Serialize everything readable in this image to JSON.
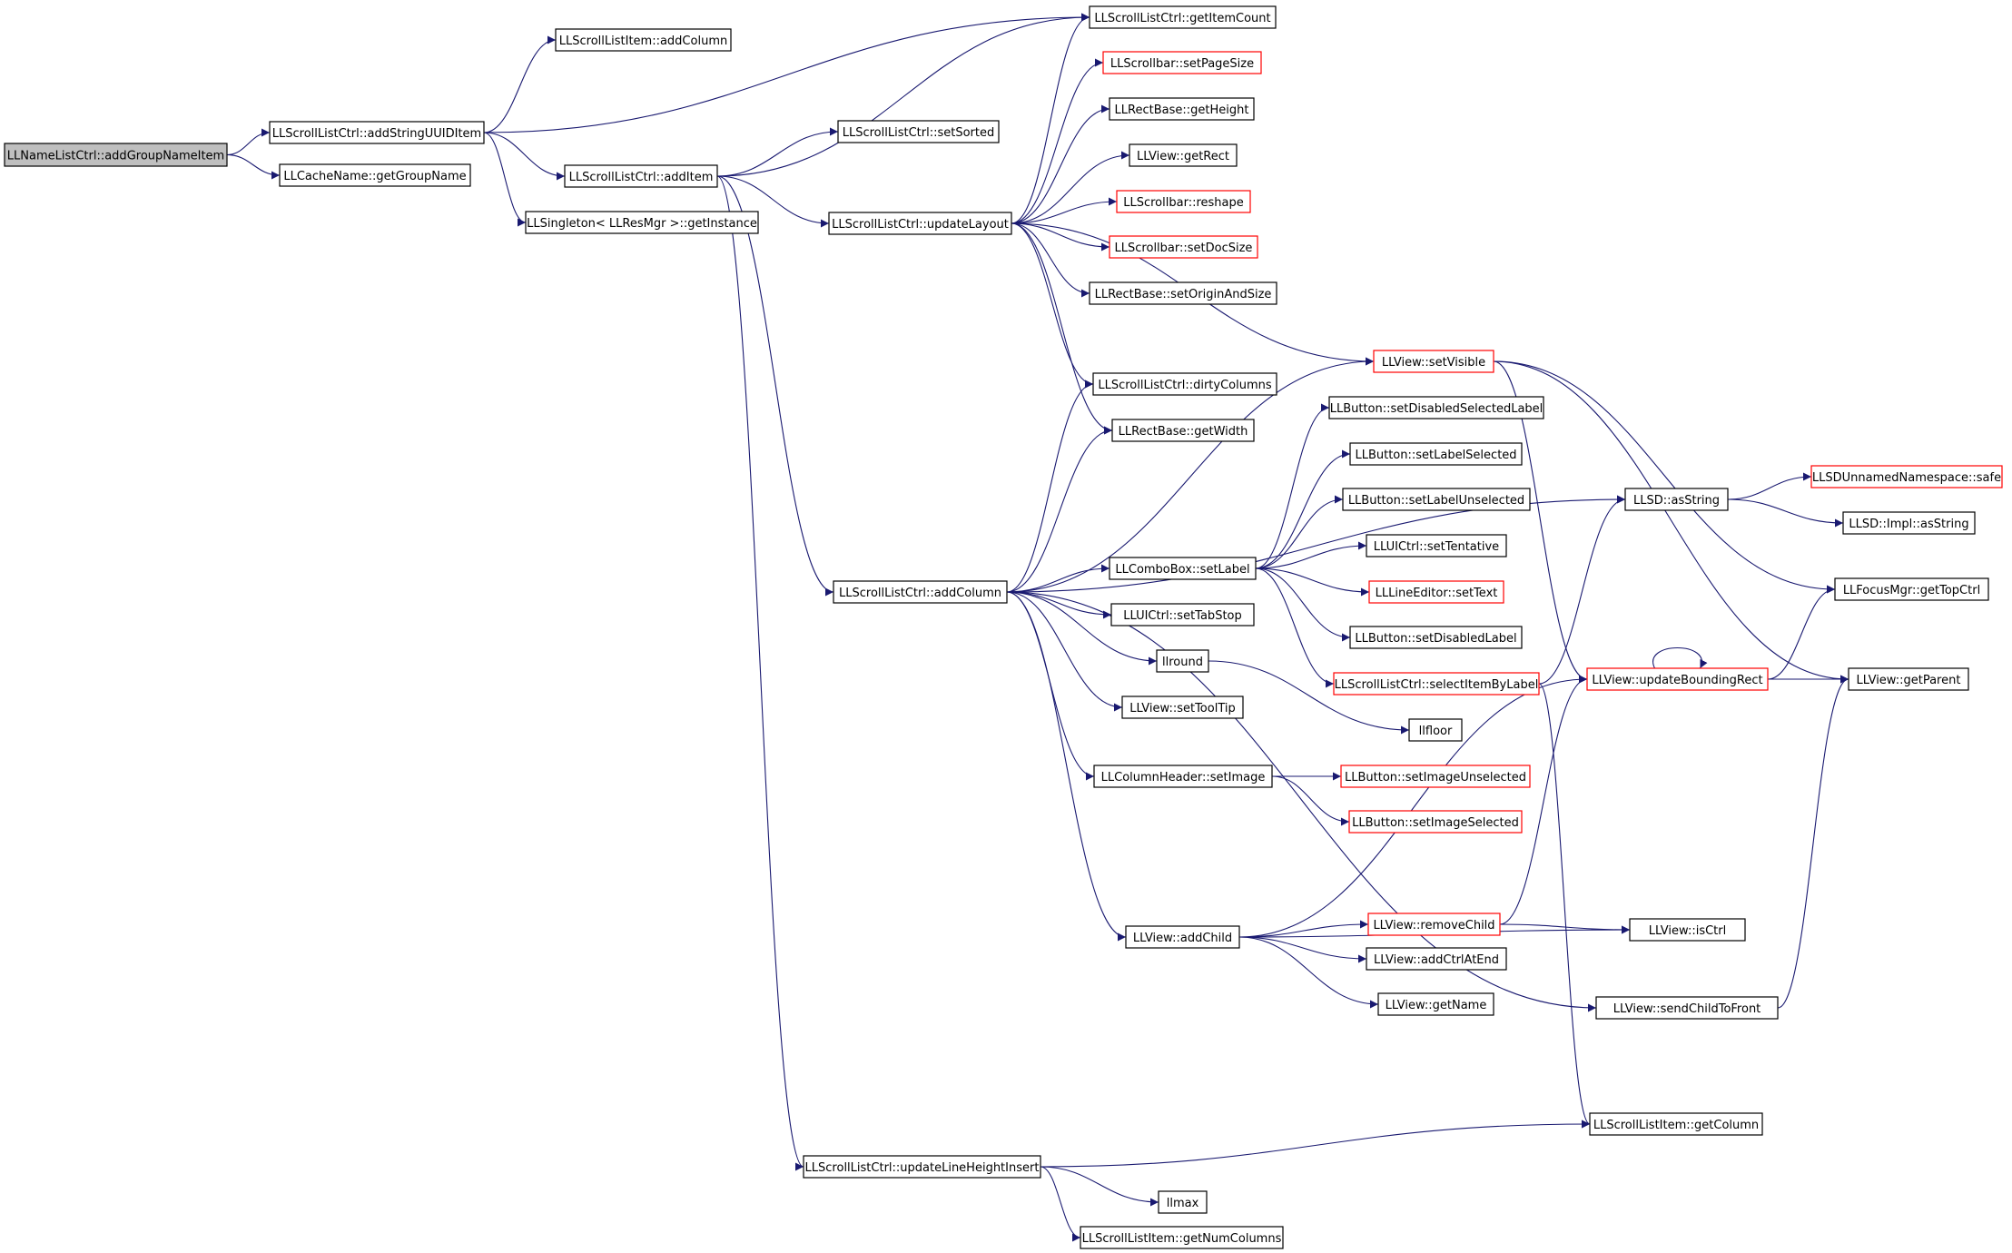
{
  "colors": {
    "edge": "#191970",
    "node_border": "#000000",
    "node_border_truncated": "#ff0000",
    "root_fill": "#bfbfbf",
    "node_fill": "#ffffff"
  },
  "graph": {
    "nodes": [
      {
        "id": "n_root",
        "label": "LLNameListCtrl::addGroupNameItem",
        "root": true
      },
      {
        "id": "n_addStringUUIDItem",
        "label": "LLScrollListCtrl::addStringUUIDItem"
      },
      {
        "id": "n_getGroupName",
        "label": "LLCacheName::getGroupName"
      },
      {
        "id": "n_sli_addColumn",
        "label": "LLScrollListItem::addColumn"
      },
      {
        "id": "n_getItemCount",
        "label": "LLScrollListCtrl::getItemCount"
      },
      {
        "id": "n_addItem",
        "label": "LLScrollListCtrl::addItem"
      },
      {
        "id": "n_getInstance",
        "label": "LLSingleton< LLResMgr >::getInstance"
      },
      {
        "id": "n_setSorted",
        "label": "LLScrollListCtrl::setSorted"
      },
      {
        "id": "n_updateLayout",
        "label": "LLScrollListCtrl::updateLayout"
      },
      {
        "id": "n_setPageSize",
        "label": "LLScrollbar::setPageSize",
        "truncated": true
      },
      {
        "id": "n_getHeight",
        "label": "LLRectBase::getHeight"
      },
      {
        "id": "n_getRect",
        "label": "LLView::getRect"
      },
      {
        "id": "n_reshape",
        "label": "LLScrollbar::reshape",
        "truncated": true
      },
      {
        "id": "n_setDocSize",
        "label": "LLScrollbar::setDocSize",
        "truncated": true
      },
      {
        "id": "n_setOriginAndSize",
        "label": "LLRectBase::setOriginAndSize"
      },
      {
        "id": "n_setVisible",
        "label": "LLView::setVisible",
        "truncated": true
      },
      {
        "id": "n_dirtyColumns",
        "label": "LLScrollListCtrl::dirtyColumns"
      },
      {
        "id": "n_getWidth",
        "label": "LLRectBase::getWidth"
      },
      {
        "id": "n_setDisabledSelectedLabel",
        "label": "LLButton::setDisabledSelectedLabel"
      },
      {
        "id": "n_setLabelSelected",
        "label": "LLButton::setLabelSelected"
      },
      {
        "id": "n_setLabelUnselected",
        "label": "LLButton::setLabelUnselected"
      },
      {
        "id": "n_setTentative",
        "label": "LLUICtrl::setTentative"
      },
      {
        "id": "n_setText",
        "label": "LLLineEditor::setText",
        "truncated": true
      },
      {
        "id": "n_setDisabledLabel",
        "label": "LLButton::setDisabledLabel"
      },
      {
        "id": "n_selectItemByLabel",
        "label": "LLScrollListCtrl::selectItemByLabel",
        "truncated": true
      },
      {
        "id": "n_asString",
        "label": "LLSD::asString"
      },
      {
        "id": "n_safe",
        "label": "LLSDUnnamedNamespace::safe",
        "truncated": true
      },
      {
        "id": "n_implAsString",
        "label": "LLSD::Impl::asString"
      },
      {
        "id": "n_getTopCtrl",
        "label": "LLFocusMgr::getTopCtrl"
      },
      {
        "id": "n_updateBoundingRect",
        "label": "LLView::updateBoundingRect",
        "truncated": true
      },
      {
        "id": "n_getParent",
        "label": "LLView::getParent"
      },
      {
        "id": "n_slc_addColumn",
        "label": "LLScrollListCtrl::addColumn"
      },
      {
        "id": "n_setLabel",
        "label": "LLComboBox::setLabel"
      },
      {
        "id": "n_setTabStop",
        "label": "LLUICtrl::setTabStop"
      },
      {
        "id": "n_llround",
        "label": "llround"
      },
      {
        "id": "n_setToolTip",
        "label": "LLView::setToolTip"
      },
      {
        "id": "n_llfloor",
        "label": "llfloor"
      },
      {
        "id": "n_setImage",
        "label": "LLColumnHeader::setImage"
      },
      {
        "id": "n_setImageUnselected",
        "label": "LLButton::setImageUnselected",
        "truncated": true
      },
      {
        "id": "n_setImageSelected",
        "label": "LLButton::setImageSelected",
        "truncated": true
      },
      {
        "id": "n_addChild",
        "label": "LLView::addChild"
      },
      {
        "id": "n_removeChild",
        "label": "LLView::removeChild",
        "truncated": true
      },
      {
        "id": "n_isCtrl",
        "label": "LLView::isCtrl"
      },
      {
        "id": "n_addCtrlAtEnd",
        "label": "LLView::addCtrlAtEnd"
      },
      {
        "id": "n_getName",
        "label": "LLView::getName"
      },
      {
        "id": "n_sendChildToFront",
        "label": "LLView::sendChildToFront"
      },
      {
        "id": "n_getColumn",
        "label": "LLScrollListItem::getColumn"
      },
      {
        "id": "n_updateLineHeightInsert",
        "label": "LLScrollListCtrl::updateLineHeightInsert"
      },
      {
        "id": "n_llmax",
        "label": "llmax"
      },
      {
        "id": "n_getNumColumns",
        "label": "LLScrollListItem::getNumColumns"
      }
    ],
    "edges": [
      [
        "n_root",
        "n_addStringUUIDItem"
      ],
      [
        "n_root",
        "n_getGroupName"
      ],
      [
        "n_addStringUUIDItem",
        "n_sli_addColumn"
      ],
      [
        "n_addStringUUIDItem",
        "n_getItemCount"
      ],
      [
        "n_addStringUUIDItem",
        "n_addItem"
      ],
      [
        "n_addStringUUIDItem",
        "n_getInstance"
      ],
      [
        "n_addItem",
        "n_setSorted"
      ],
      [
        "n_addItem",
        "n_getItemCount"
      ],
      [
        "n_addItem",
        "n_updateLayout"
      ],
      [
        "n_addItem",
        "n_slc_addColumn"
      ],
      [
        "n_addItem",
        "n_updateLineHeightInsert"
      ],
      [
        "n_updateLayout",
        "n_getItemCount"
      ],
      [
        "n_updateLayout",
        "n_setPageSize"
      ],
      [
        "n_updateLayout",
        "n_getHeight"
      ],
      [
        "n_updateLayout",
        "n_getRect"
      ],
      [
        "n_updateLayout",
        "n_reshape"
      ],
      [
        "n_updateLayout",
        "n_setDocSize"
      ],
      [
        "n_updateLayout",
        "n_setOriginAndSize"
      ],
      [
        "n_updateLayout",
        "n_setVisible"
      ],
      [
        "n_updateLayout",
        "n_dirtyColumns"
      ],
      [
        "n_updateLayout",
        "n_getWidth"
      ],
      [
        "n_slc_addColumn",
        "n_dirtyColumns"
      ],
      [
        "n_slc_addColumn",
        "n_getWidth"
      ],
      [
        "n_slc_addColumn",
        "n_setVisible"
      ],
      [
        "n_slc_addColumn",
        "n_asString"
      ],
      [
        "n_slc_addColumn",
        "n_setLabel"
      ],
      [
        "n_slc_addColumn",
        "n_setTabStop"
      ],
      [
        "n_slc_addColumn",
        "n_llround"
      ],
      [
        "n_slc_addColumn",
        "n_setToolTip"
      ],
      [
        "n_slc_addColumn",
        "n_setImage"
      ],
      [
        "n_slc_addColumn",
        "n_addChild"
      ],
      [
        "n_slc_addColumn",
        "n_sendChildToFront"
      ],
      [
        "n_setLabel",
        "n_setDisabledSelectedLabel"
      ],
      [
        "n_setLabel",
        "n_setLabelSelected"
      ],
      [
        "n_setLabel",
        "n_setLabelUnselected"
      ],
      [
        "n_setLabel",
        "n_setTentative"
      ],
      [
        "n_setLabel",
        "n_setText"
      ],
      [
        "n_setLabel",
        "n_setDisabledLabel"
      ],
      [
        "n_setLabel",
        "n_selectItemByLabel"
      ],
      [
        "n_selectItemByLabel",
        "n_asString"
      ],
      [
        "n_selectItemByLabel",
        "n_getColumn"
      ],
      [
        "n_setVisible",
        "n_getTopCtrl"
      ],
      [
        "n_setVisible",
        "n_updateBoundingRect"
      ],
      [
        "n_setVisible",
        "n_getParent"
      ],
      [
        "n_asString",
        "n_safe"
      ],
      [
        "n_asString",
        "n_implAsString"
      ],
      [
        "n_updateBoundingRect",
        "n_updateBoundingRect"
      ],
      [
        "n_updateBoundingRect",
        "n_getTopCtrl"
      ],
      [
        "n_updateBoundingRect",
        "n_getParent"
      ],
      [
        "n_llround",
        "n_llfloor"
      ],
      [
        "n_setImage",
        "n_setImageUnselected"
      ],
      [
        "n_setImage",
        "n_setImageSelected"
      ],
      [
        "n_addChild",
        "n_updateBoundingRect"
      ],
      [
        "n_addChild",
        "n_removeChild"
      ],
      [
        "n_addChild",
        "n_addCtrlAtEnd"
      ],
      [
        "n_addChild",
        "n_getName"
      ],
      [
        "n_addChild",
        "n_isCtrl"
      ],
      [
        "n_removeChild",
        "n_isCtrl"
      ],
      [
        "n_removeChild",
        "n_updateBoundingRect"
      ],
      [
        "n_sendChildToFront",
        "n_getParent"
      ],
      [
        "n_updateLineHeightInsert",
        "n_getColumn"
      ],
      [
        "n_updateLineHeightInsert",
        "n_llmax"
      ],
      [
        "n_updateLineHeightInsert",
        "n_getNumColumns"
      ]
    ]
  }
}
